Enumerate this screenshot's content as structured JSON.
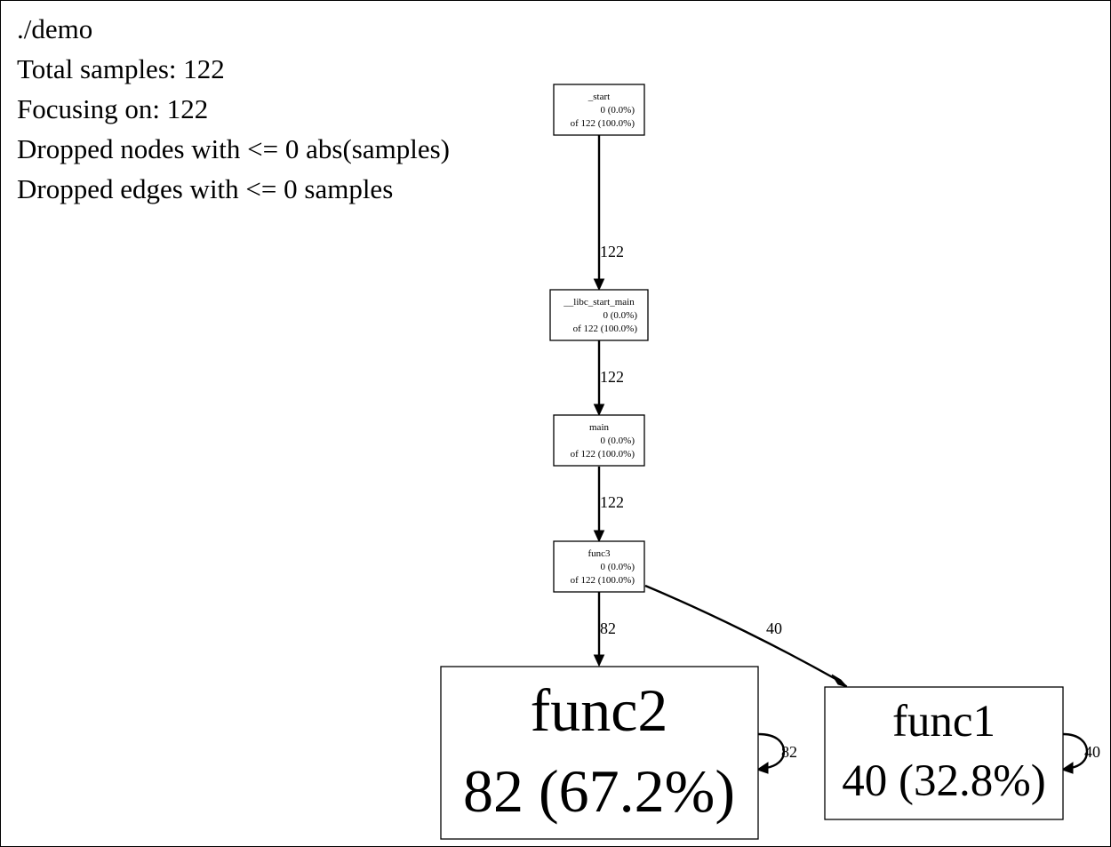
{
  "legend": {
    "lines": [
      "./demo",
      "Total samples: 122",
      "Focusing on: 122",
      "Dropped nodes with <= 0 abs(samples)",
      "Dropped edges with <= 0 samples"
    ]
  },
  "nodes": {
    "start": {
      "name": "_start",
      "flat": "0 (0.0%)",
      "cum": "of 122 (100.0%)"
    },
    "libc_start_main": {
      "name": "__libc_start_main",
      "flat": "0 (0.0%)",
      "cum": "of 122 (100.0%)"
    },
    "main": {
      "name": "main",
      "flat": "0 (0.0%)",
      "cum": "of 122 (100.0%)"
    },
    "func3": {
      "name": "func3",
      "flat": "0 (0.0%)",
      "cum": "of 122 (100.0%)"
    },
    "func2": {
      "name": "func2",
      "flat": "82 (67.2%)"
    },
    "func1": {
      "name": "func1",
      "flat": "40 (32.8%)"
    }
  },
  "edges": {
    "start_to_libc": {
      "label": "122"
    },
    "libc_to_main": {
      "label": "122"
    },
    "main_to_func3": {
      "label": "122"
    },
    "func3_to_func2": {
      "label": "82"
    },
    "func3_to_func1": {
      "label": "40"
    },
    "func2_self": {
      "label": "82"
    },
    "func1_self": {
      "label": "40"
    }
  }
}
